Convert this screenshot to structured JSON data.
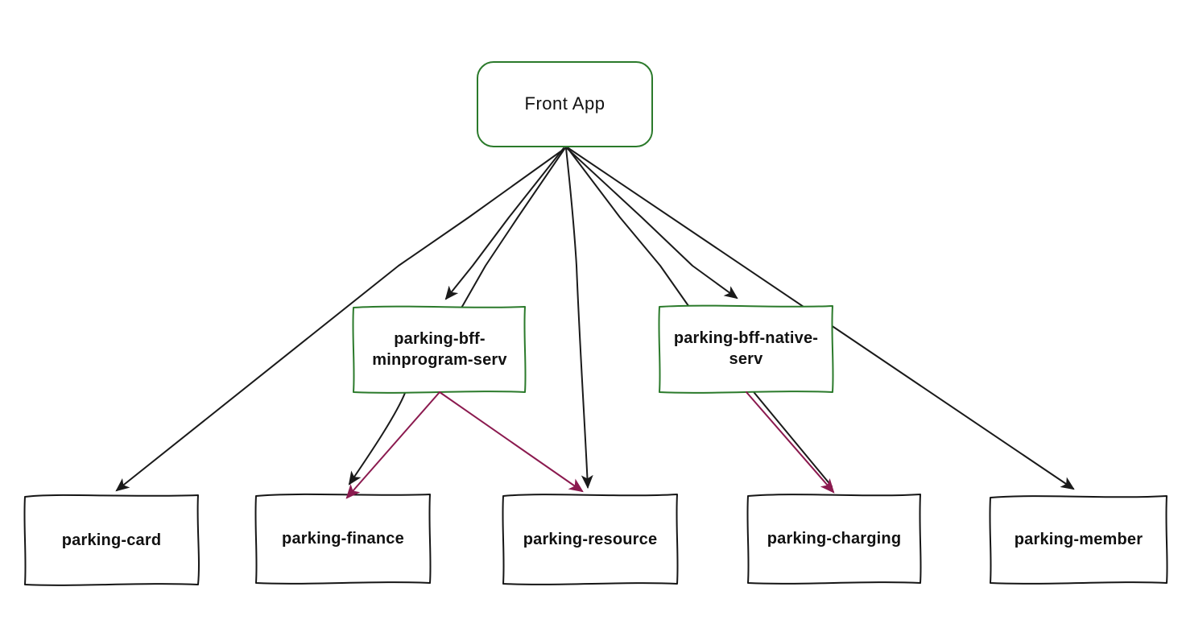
{
  "diagram": {
    "background": "#ffffff",
    "colors": {
      "node_border_green": "#2b7a2b",
      "node_border_black": "#151515",
      "edge_black": "#1a1a1a",
      "edge_maroon": "#8b1a4f",
      "text": "#111111"
    },
    "nodes": [
      {
        "id": "front-app",
        "label": "Front App",
        "shape": "rounded",
        "border": "green"
      },
      {
        "id": "parking-bff-minprogram-serv",
        "label": "parking-bff-minprogram-serv",
        "shape": "rect-rough",
        "border": "green"
      },
      {
        "id": "parking-bff-native-serv",
        "label": "parking-bff-native-serv",
        "shape": "rect-rough",
        "border": "green"
      },
      {
        "id": "parking-card",
        "label": "parking-card",
        "shape": "rect-rough",
        "border": "black"
      },
      {
        "id": "parking-finance",
        "label": "parking-finance",
        "shape": "rect-rough",
        "border": "black"
      },
      {
        "id": "parking-resource",
        "label": "parking-resource",
        "shape": "rect-rough",
        "border": "black"
      },
      {
        "id": "parking-charging",
        "label": "parking-charging",
        "shape": "rect-rough",
        "border": "black"
      },
      {
        "id": "parking-member",
        "label": "parking-member",
        "shape": "rect-rough",
        "border": "black"
      }
    ],
    "edges": [
      {
        "from": "front-app",
        "to": "parking-card",
        "color": "black"
      },
      {
        "from": "front-app",
        "to": "parking-bff-minprogram-serv",
        "color": "black"
      },
      {
        "from": "front-app",
        "to": "parking-finance",
        "color": "black"
      },
      {
        "from": "front-app",
        "to": "parking-resource",
        "color": "black"
      },
      {
        "from": "front-app",
        "to": "parking-bff-native-serv",
        "color": "black"
      },
      {
        "from": "front-app",
        "to": "parking-charging",
        "color": "black"
      },
      {
        "from": "front-app",
        "to": "parking-member",
        "color": "black"
      },
      {
        "from": "parking-bff-minprogram-serv",
        "to": "parking-finance",
        "color": "maroon"
      },
      {
        "from": "parking-bff-minprogram-serv",
        "to": "parking-resource",
        "color": "maroon"
      },
      {
        "from": "parking-bff-native-serv",
        "to": "parking-charging",
        "color": "maroon"
      }
    ]
  }
}
